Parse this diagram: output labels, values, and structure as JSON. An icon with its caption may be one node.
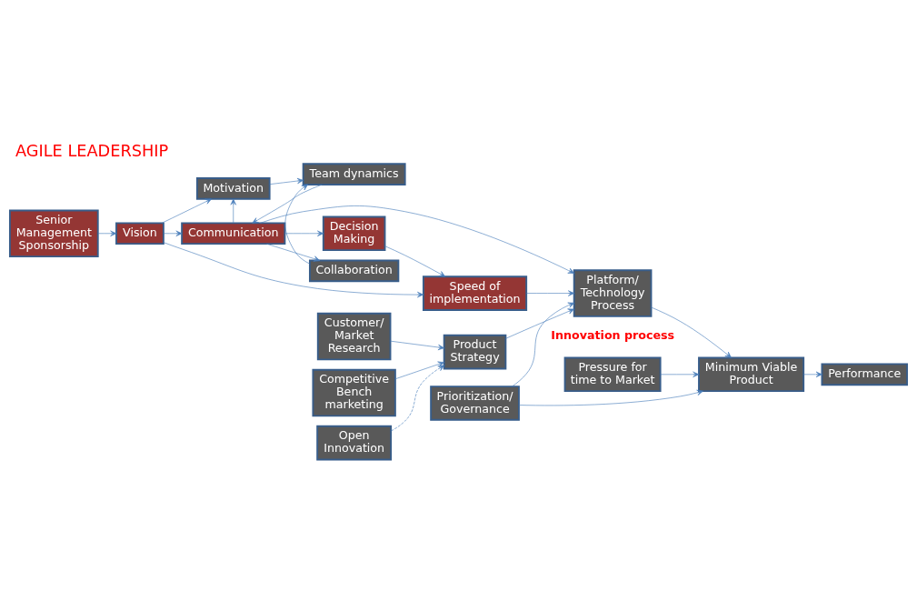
{
  "diagram": {
    "title": "AGILE LEADERSHIP",
    "nodes": [
      {
        "text": [
          "Senior Management Sponsorship"
        ]
      },
      {
        "text": [
          "Vision"
        ]
      },
      {
        "text": [
          "Motivation"
        ]
      },
      {
        "text": [
          "Team dynamics"
        ]
      },
      {
        "text": [
          "Collaboration"
        ]
      },
      {
        "text": [
          "Communication"
        ]
      },
      {
        "text": [
          "Decision Making"
        ]
      },
      {
        "text": [
          "Speed of implementation"
        ]
      },
      {
        "text": [
          "Customer/ Market Research"
        ]
      },
      {
        "text": [
          "Pressure for time to Market"
        ]
      },
      {
        "text": [
          "Minimum Viable Product"
        ]
      },
      {
        "text": [
          "Competitive Bench marketing"
        ]
      },
      {
        "text": [
          "Product Strategy"
        ]
      },
      {
        "text": [
          "Platform/ Technology Process"
        ]
      },
      {
        "text": [
          "Prioritization/ Governance"
        ]
      },
      {
        "text": [
          "Open Innovation"
        ]
      },
      {
        "text": [
          "Performance"
        ]
      }
    ],
    "edges": [
      {
        "from": 0,
        "to": 1,
        "arrow": "to"
      },
      {
        "from": 1,
        "to": 2,
        "arrow": "to"
      },
      {
        "from": 1,
        "to": 5,
        "arrow": "to"
      },
      {
        "from": 1,
        "to": 7,
        "arrow": "to"
      },
      {
        "from": 5,
        "to": 2,
        "arrow": "to"
      },
      {
        "from": 2,
        "to": 3,
        "arrow": "to"
      },
      {
        "from": 3,
        "to": 5,
        "arrow": "to"
      },
      {
        "from": 4,
        "to": 3,
        "arrow": "to"
      },
      {
        "from": 5,
        "to": 4,
        "arrow": "to"
      },
      {
        "from": 5,
        "to": 6,
        "arrow": "to"
      },
      {
        "from": 6,
        "to": 7,
        "arrow": "to"
      },
      {
        "from": 5,
        "to": 13,
        "arrow": "to"
      },
      {
        "from": 7,
        "to": 13,
        "arrow": "to"
      },
      {
        "from": 8,
        "to": 12,
        "arrow": "to"
      },
      {
        "from": 11,
        "to": 12,
        "arrow": "to"
      },
      {
        "from": 15,
        "to": 12,
        "arrow": "to",
        "style": "dashed"
      },
      {
        "from": 12,
        "to": 13,
        "arrow": "to"
      },
      {
        "from": 9,
        "to": 10,
        "arrow": "to"
      },
      {
        "from": 13,
        "to": 10,
        "arrow": "to"
      },
      {
        "from": 14,
        "to": 13,
        "arrow": "to"
      },
      {
        "from": 14,
        "to": 10,
        "arrow": "to"
      },
      {
        "from": 10,
        "to": 16,
        "arrow": "to"
      }
    ],
    "labels": [
      "Innovation process"
    ]
  }
}
